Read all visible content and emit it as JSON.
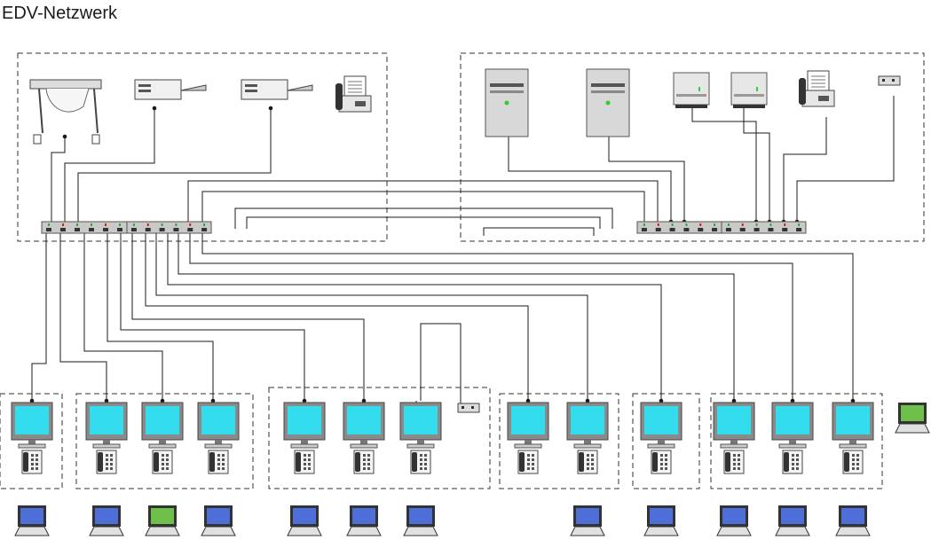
{
  "title": "EDV-Netzwerk",
  "colors": {
    "background": "#ffffff",
    "line": "#1a1a1a",
    "group_border": "#333333",
    "monitor_screen": "#33ddee",
    "monitor_frame": "#8a8a8a",
    "laptop_blue": "#4f6fd8",
    "laptop_green": "#6fc04a",
    "switch_body": "#c9c9c9",
    "port_red": "#cc2222",
    "port_green": "#22aa44"
  },
  "groups": [
    {
      "name": "peripherals-group-left",
      "contents": [
        "plotter",
        "printer",
        "printer",
        "fax"
      ]
    },
    {
      "name": "server-group-right",
      "contents": [
        "server",
        "server",
        "storage",
        "storage",
        "fax",
        "modem"
      ]
    },
    {
      "name": "workstation-group-1",
      "workstations": 1
    },
    {
      "name": "workstation-group-2",
      "workstations": 3
    },
    {
      "name": "workstation-group-3",
      "workstations": 3,
      "extra": "modem"
    },
    {
      "name": "workstation-group-4",
      "workstations": 2
    },
    {
      "name": "workstation-group-5",
      "workstations": 1
    },
    {
      "name": "workstation-group-6",
      "workstations": 3
    }
  ],
  "devices": {
    "plotter": {
      "icon": "plotter-icon"
    },
    "printer": {
      "icon": "printer-icon"
    },
    "fax": {
      "icon": "fax-icon"
    },
    "server": {
      "icon": "server-tower-icon"
    },
    "storage": {
      "icon": "storage-unit-icon"
    },
    "modem": {
      "icon": "modem-icon"
    },
    "workstation": {
      "icon": "monitor-icon",
      "phone_icon": "phone-icon"
    },
    "laptop": {
      "icon": "laptop-icon"
    }
  },
  "laptops": [
    {
      "color": "blue"
    },
    {
      "color": "blue"
    },
    {
      "color": "green"
    },
    {
      "color": "blue"
    },
    {
      "color": "blue"
    },
    {
      "color": "blue"
    },
    {
      "color": "blue"
    },
    {
      "color": "blue"
    },
    {
      "color": "blue"
    },
    {
      "color": "blue"
    },
    {
      "color": "blue"
    },
    {
      "color": "blue"
    }
  ],
  "extra_laptop": {
    "color": "green"
  }
}
